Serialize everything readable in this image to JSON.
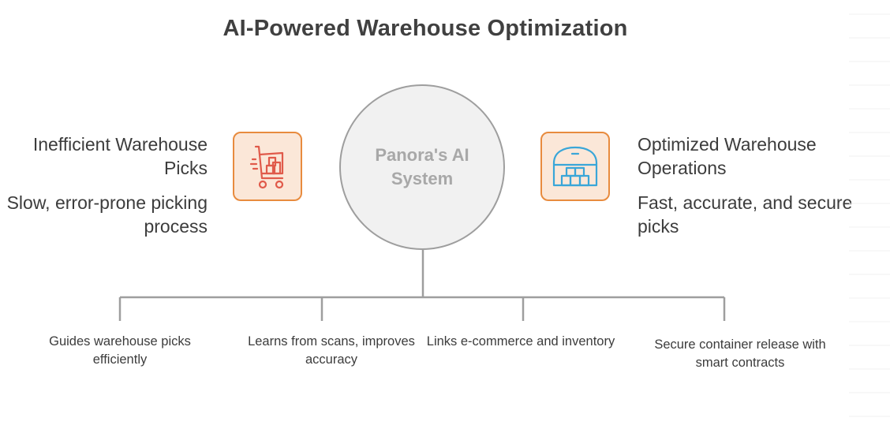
{
  "title": "AI-Powered Warehouse Optimization",
  "hub": {
    "label": "Panora's AI System"
  },
  "left": {
    "heading": "Inefficient Warehouse Picks",
    "description": "Slow, error-prone picking process",
    "icon": "shopping-cart-icon",
    "accent": "#e05a4a"
  },
  "right": {
    "heading": "Optimized Warehouse Operations",
    "description": "Fast, accurate, and secure picks",
    "icon": "warehouse-boxes-icon",
    "accent": "#3aa6d8"
  },
  "features": [
    {
      "label": "Guides warehouse picks efficiently"
    },
    {
      "label": "Learns from scans, improves accuracy"
    },
    {
      "label": "Links e-commerce and inventory"
    },
    {
      "label": "Secure container release with smart contracts"
    }
  ],
  "colors": {
    "box_border": "#e88b3e",
    "box_fill": "#fbe7d8",
    "connector": "#9e9e9e",
    "hub_fill": "#f1f1f1"
  }
}
